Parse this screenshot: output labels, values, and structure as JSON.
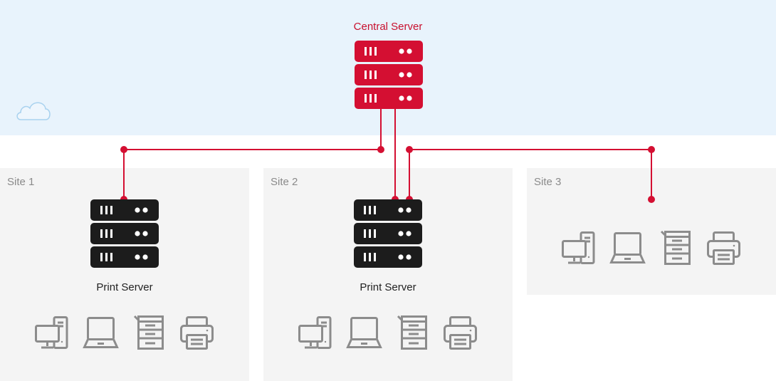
{
  "colors": {
    "accent": "#d40f32",
    "server_dark": "#1c1c1c",
    "device_gray": "#8c8c8c",
    "cloud_bg": "#e8f3fc",
    "site_bg": "#f4f4f4",
    "cloud_icon": "#a9d2ef"
  },
  "central_server": {
    "label": "Central Server"
  },
  "sites": [
    {
      "label": "Site 1",
      "server_label": "Print Server",
      "devices": [
        "desktop-icon",
        "laptop-icon",
        "copier-icon",
        "printer-icon"
      ]
    },
    {
      "label": "Site 2",
      "server_label": "Print Server",
      "devices": [
        "desktop-icon",
        "laptop-icon",
        "copier-icon",
        "printer-icon"
      ]
    },
    {
      "label": "Site 3",
      "server_label": "",
      "devices": [
        "desktop-icon",
        "laptop-icon",
        "copier-icon",
        "printer-icon"
      ]
    }
  ]
}
